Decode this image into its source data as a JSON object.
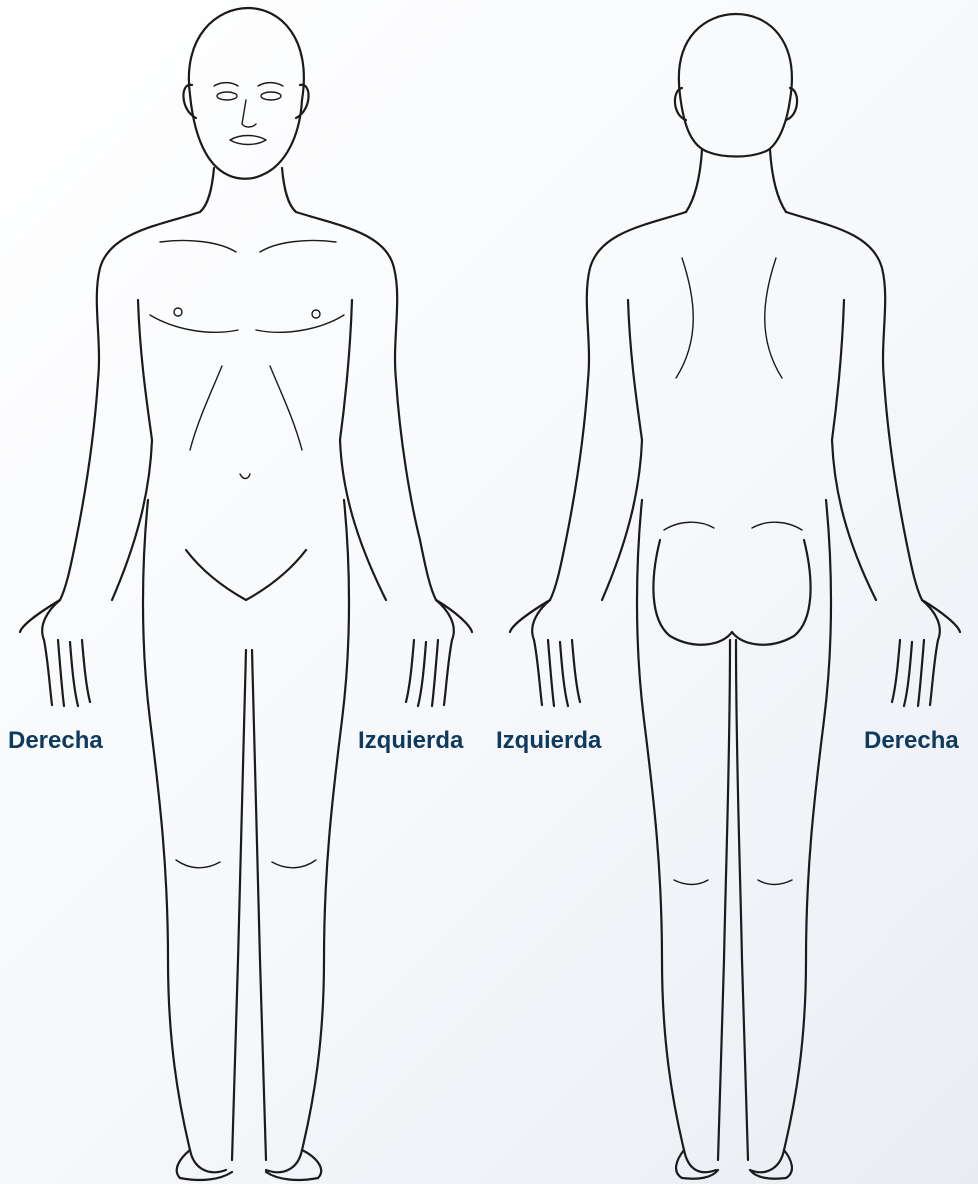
{
  "labels": {
    "front_right": "Derecha",
    "front_left": "Izquierda",
    "back_left": "Izquierda",
    "back_right": "Derecha"
  },
  "colors": {
    "label_text": "#0f3a5f",
    "outline": "#1b1b1b",
    "background_start": "#ffffff",
    "background_end": "#e9edf3"
  }
}
